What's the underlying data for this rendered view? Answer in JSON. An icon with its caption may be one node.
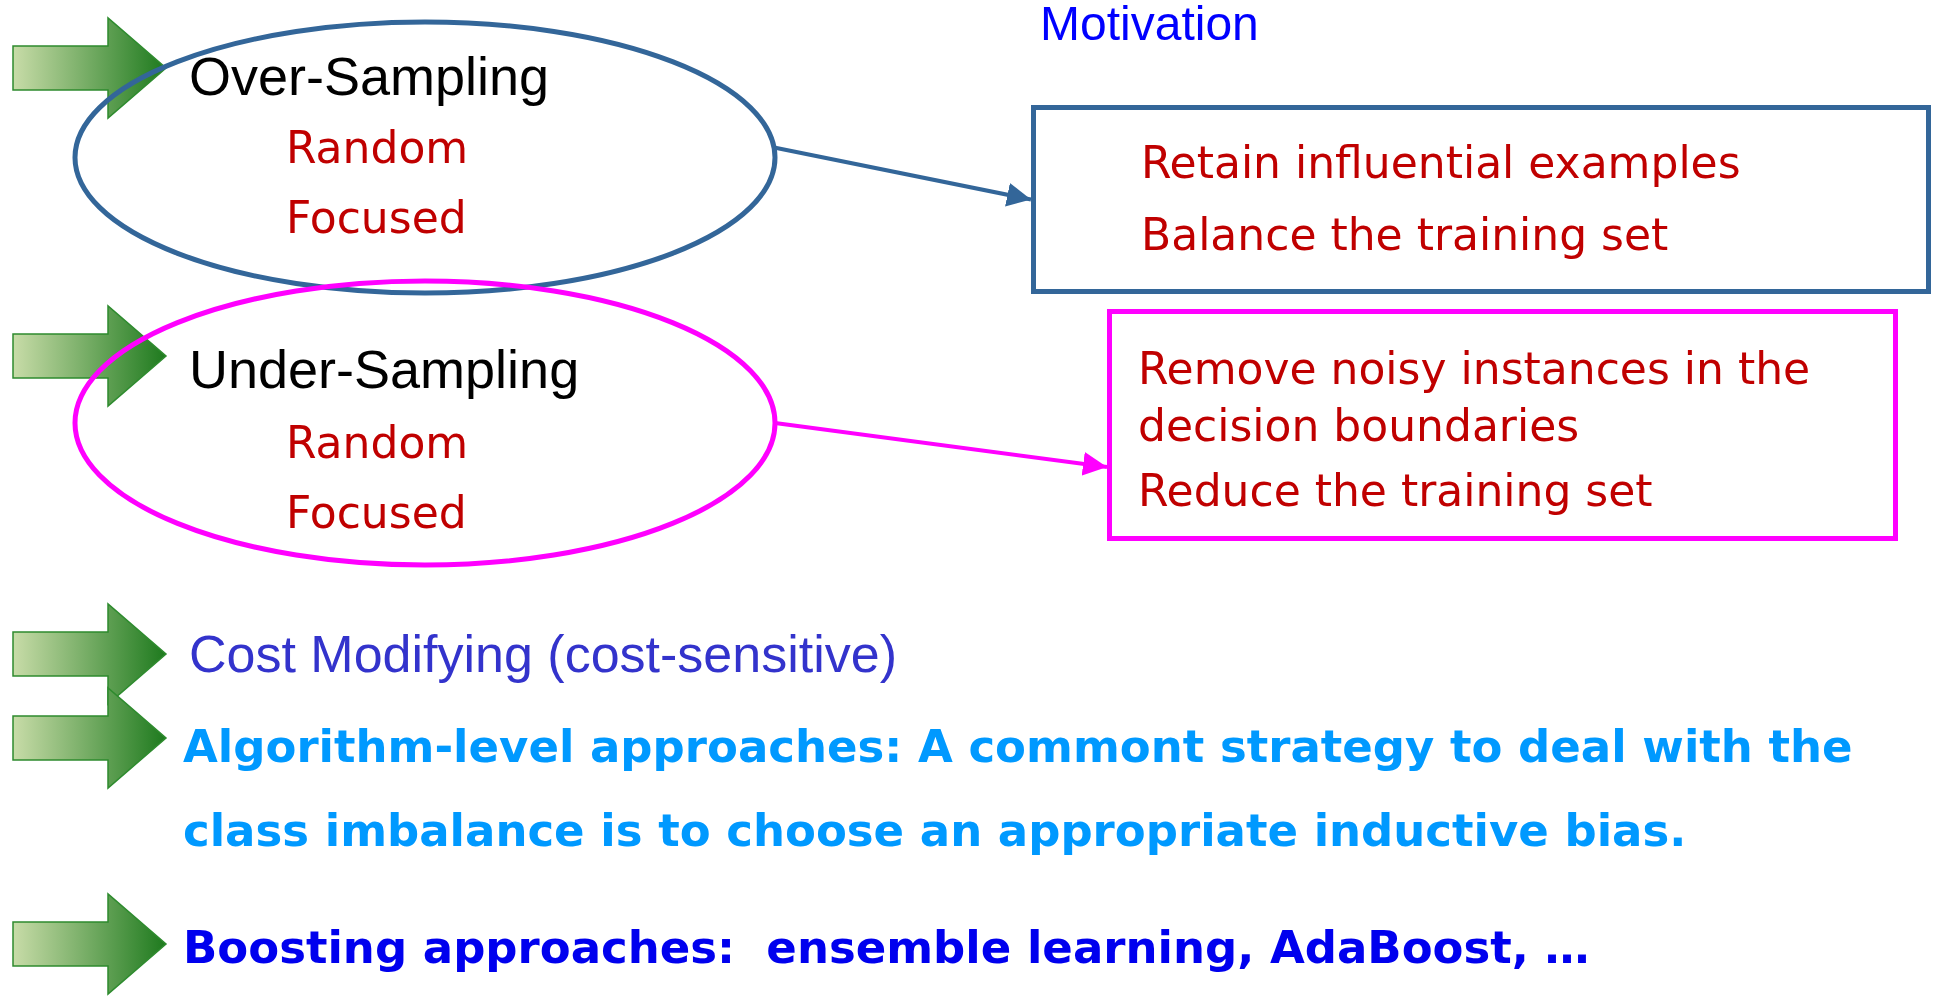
{
  "diagram": {
    "nodes": [
      {
        "text": [
          "Over-Sampling",
          "Random",
          "Focused"
        ]
      },
      {
        "text": [
          "Retain influential examples",
          "Balance the training set"
        ]
      },
      {
        "text": [
          "Under-Sampling",
          "Random",
          "Focused"
        ]
      },
      {
        "text": [
          "Remove noisy instances in the decision boundaries",
          "Reduce the training set"
        ]
      }
    ],
    "edges": [
      {
        "from": 0,
        "to": 1,
        "arrow": "to",
        "color": "#336699"
      },
      {
        "from": 2,
        "to": 3,
        "arrow": "to",
        "color": "#ff00ff"
      }
    ],
    "labels": [
      "Motivation",
      "Cost Modifying (cost-sensitive)",
      "Algorithm-level approaches: A commont strategy to deal with the class imbalance is to choose an appropriate inductive bias.",
      "Boosting approaches:  ensemble learning, AdaBoost, …"
    ]
  }
}
